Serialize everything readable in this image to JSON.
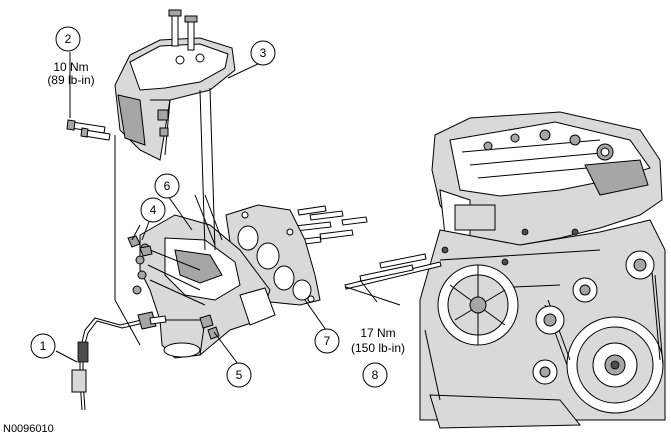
{
  "figure_id": "N0096010",
  "callouts": [
    {
      "number": "1"
    },
    {
      "number": "2",
      "torque": [
        "10 Nm",
        "(89 lb-in)"
      ]
    },
    {
      "number": "3"
    },
    {
      "number": "4"
    },
    {
      "number": "5"
    },
    {
      "number": "6"
    },
    {
      "number": "7"
    },
    {
      "number": "8",
      "torque": [
        "17 Nm",
        "(150 lb-in)"
      ]
    }
  ]
}
